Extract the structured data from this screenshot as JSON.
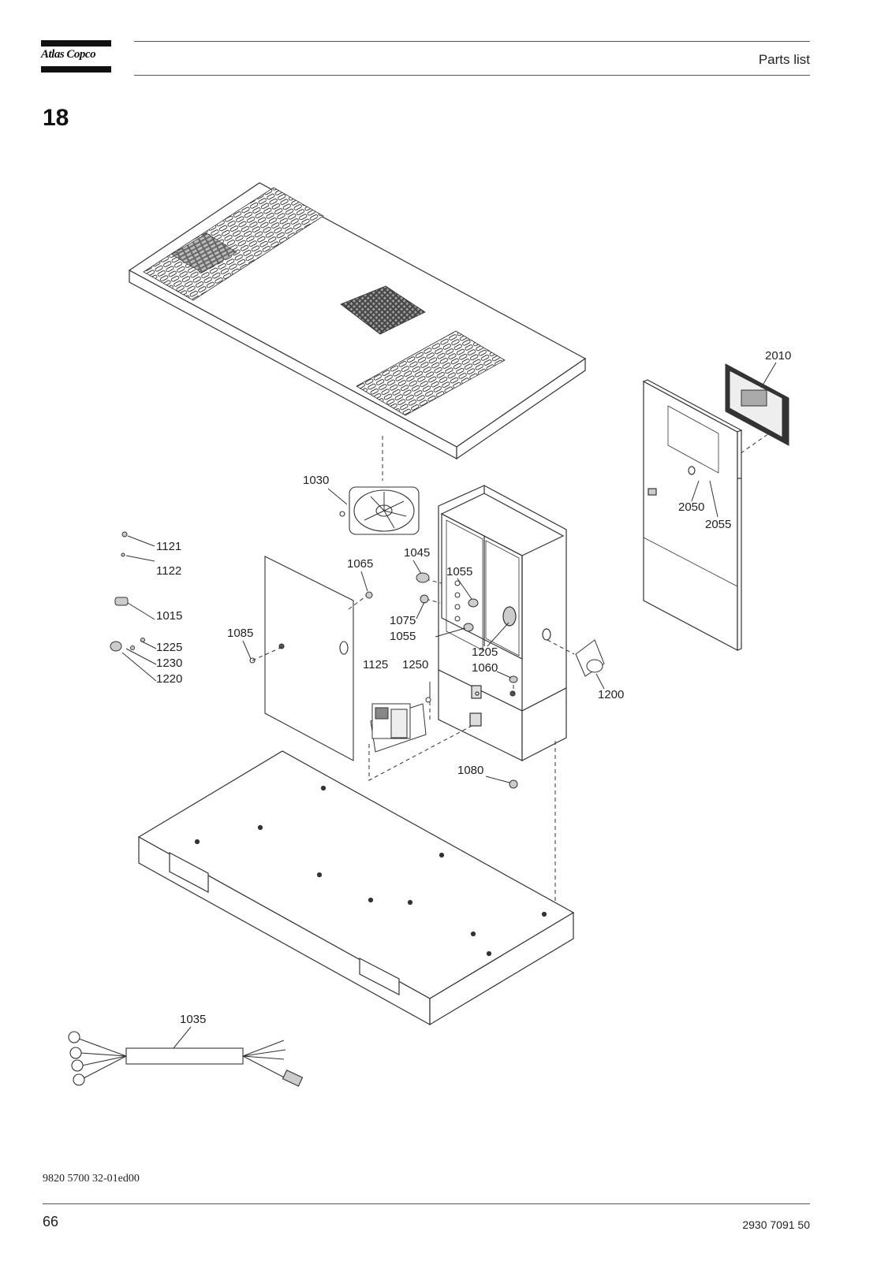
{
  "header": {
    "brand": "Atlas Copco",
    "title": "Parts list"
  },
  "section_number": "18",
  "callouts": {
    "c1030": "1030",
    "c1121": "1121",
    "c1122": "1122",
    "c1015": "1015",
    "c1225": "1225",
    "c1230": "1230",
    "c1220": "1220",
    "c1085": "1085",
    "c1065": "1065",
    "c1045": "1045",
    "c1055a": "1055",
    "c1075": "1075",
    "c1055b": "1055",
    "c1205": "1205",
    "c1060": "1060",
    "c1125": "1125",
    "c1250": "1250",
    "c1200": "1200",
    "c1080": "1080",
    "c1035": "1035",
    "c2010": "2010",
    "c2050": "2050",
    "c2055": "2055"
  },
  "footer": {
    "doc_ref": "9820 5700 32-01ed00",
    "page_number": "66",
    "part_number": "2930 7091 50"
  }
}
